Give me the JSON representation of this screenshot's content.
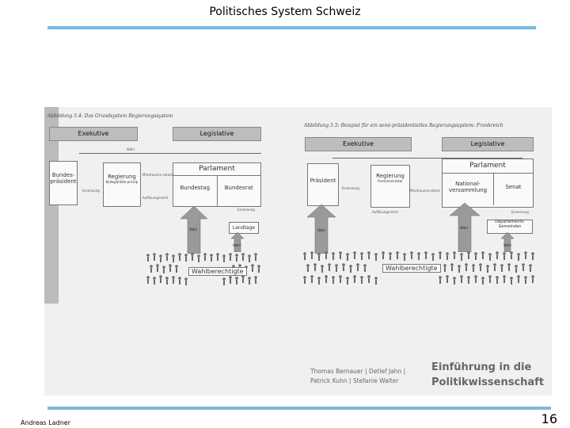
{
  "header": {
    "title": "Politisches System Schweiz"
  },
  "footer": {
    "author": "Andreas Ladner",
    "page": "16"
  },
  "scan": {
    "left": {
      "caption": "Abbildung 5.4: Das Grundsystem Regierungssystem",
      "exekutive": "Exekutive",
      "legislative": "Legislative",
      "top_arrow": "Wahl",
      "parlament": "Parlament",
      "bundespraesident": "Bundes-präsident",
      "regierung": "Regierung",
      "regierung_sub": "Kollegialitäts-prinzip",
      "ernennung": "Ernennung",
      "misstrauensvotum": "Misstrauens-votum",
      "aufloesungsrecht": "Auflösungsrecht",
      "bundestag": "Bundestag",
      "bundesrat": "Bundesrat",
      "ernennung2": "Ernennung",
      "landtage": "Landtage",
      "wahl1": "Wahl",
      "wahl2": "Wahl",
      "voters": "Wahlberechtigte"
    },
    "right": {
      "caption": "Abbildung 5.5: Beispiel für ein semi-präsidentielles Regierungssystem: Frankreich",
      "exekutive": "Exekutive",
      "legislative": "Legislative",
      "parlament": "Parlament",
      "praesident": "Präsident",
      "regierung": "Regierung",
      "regierung_sub": "Premierminister",
      "ernennung": "Ernennung",
      "misstrauensvotum": "Misstrauens-votum",
      "nationalversammlung": "National-versammlung",
      "senat": "Senat",
      "aufloesungsrecht": "Auflösungsrecht",
      "ernennung2": "Ernennung",
      "departements": "Departements-Gemeinden",
      "wahl1": "Wahl",
      "wahl2": "Wahl",
      "wahl3": "Wahl",
      "voters": "Wahlberechtigte"
    },
    "book": {
      "authors_line1": "Thomas Bernauer | Detlef Jahn |",
      "authors_line2": "Patrick Kuhn | Stefanie Walter",
      "title_line1": "Einführung in die",
      "title_line2": "Politikwissenschaft"
    }
  }
}
